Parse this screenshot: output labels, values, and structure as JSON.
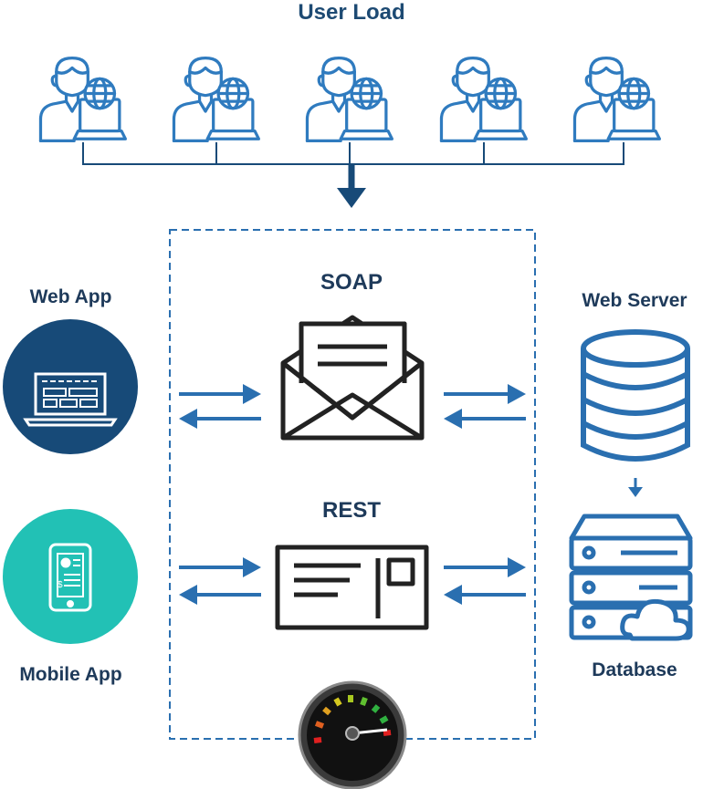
{
  "title": "User Load",
  "center": {
    "top_protocol": "SOAP",
    "bottom_protocol": "REST"
  },
  "clients": {
    "web": "Web App",
    "mobile": "Mobile App"
  },
  "backend": {
    "server": "Web Server",
    "database": "Database"
  },
  "users": [
    "user-1",
    "user-2",
    "user-3",
    "user-4",
    "user-5"
  ],
  "colors": {
    "primary": "#2a6fb0",
    "dark_navy": "#174a78",
    "teal": "#22c1b5",
    "outline": "#222222",
    "user_icon": "#2f7bbf"
  },
  "icons": {
    "users": "user-globe-laptop-icon",
    "soap": "envelope-letter-icon",
    "rest": "postcard-icon",
    "web_app": "laptop-icon",
    "mobile_app": "smartphone-icon",
    "web_server": "database-cylinder-icon",
    "database": "server-cloud-icon",
    "gauge": "speedometer-icon"
  }
}
